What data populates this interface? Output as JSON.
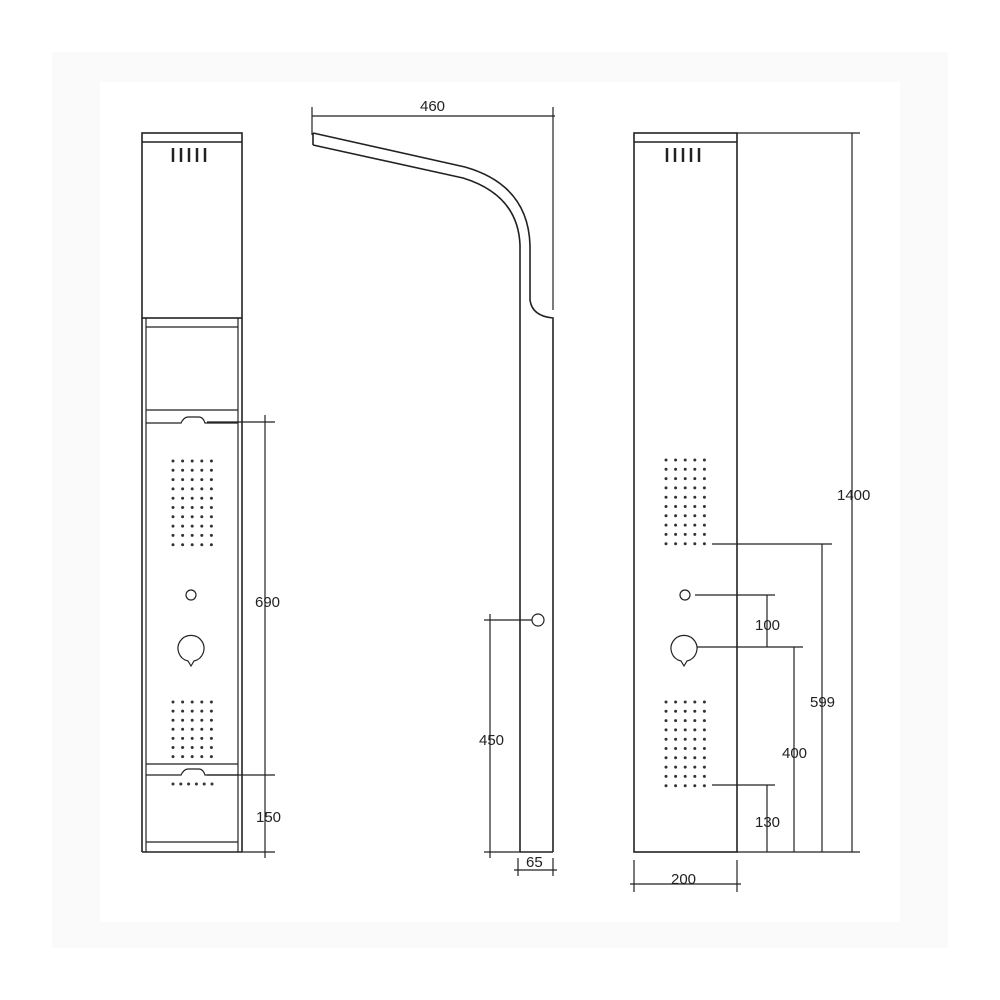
{
  "dimensions": {
    "front": {
      "height_690": "690",
      "height_150": "150"
    },
    "side": {
      "width_460": "460",
      "height_450": "450",
      "depth_65": "65"
    },
    "back": {
      "total_1400": "1400",
      "h_599": "599",
      "h_400": "400",
      "h_100": "100",
      "h_130": "130",
      "width_200": "200"
    }
  },
  "colors": {
    "line": "#222222",
    "frame": "#fafafa",
    "paper": "#ffffff"
  }
}
